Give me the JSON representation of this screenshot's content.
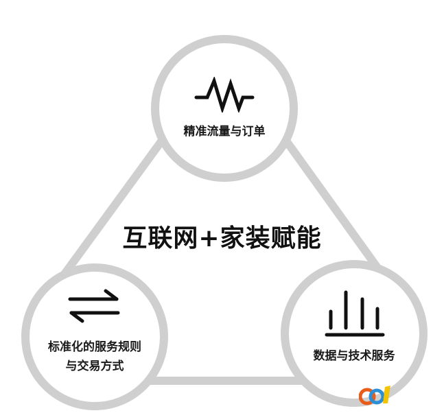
{
  "title": "互联网+家装赋能",
  "nodes": {
    "top": {
      "label": "精准流量与订单",
      "icon": "pulse-wave-icon"
    },
    "left": {
      "label_line1": "标准化的服务规则",
      "label_line2": "与交易方式",
      "icon": "exchange-arrows-icon"
    },
    "right": {
      "label": "数据与技术服务",
      "icon": "bar-chart-icon"
    }
  },
  "colors": {
    "ring": "#cfcfcf",
    "text": "#1a1a1a",
    "icon": "#111111",
    "watermark_a": "#e85d1a",
    "watermark_b": "#2a8fd6",
    "watermark_c": "#f5c400"
  },
  "watermark": {
    "icon": "site-logo-icon"
  }
}
